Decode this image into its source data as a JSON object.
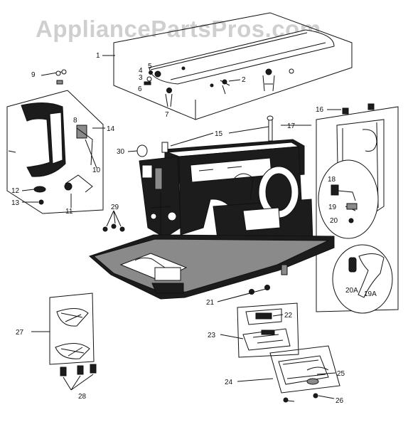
{
  "watermark": "AppliancePartsPros.com",
  "callouts": [
    {
      "id": "c1",
      "text": "1"
    },
    {
      "id": "c2",
      "text": "2"
    },
    {
      "id": "c3",
      "text": "3"
    },
    {
      "id": "c4",
      "text": "4"
    },
    {
      "id": "c5",
      "text": "5"
    },
    {
      "id": "c6",
      "text": "6"
    },
    {
      "id": "c7",
      "text": "7"
    },
    {
      "id": "c8",
      "text": "8"
    },
    {
      "id": "c9",
      "text": "9"
    },
    {
      "id": "c10",
      "text": "10"
    },
    {
      "id": "c11",
      "text": "11"
    },
    {
      "id": "c12",
      "text": "12"
    },
    {
      "id": "c13",
      "text": "13"
    },
    {
      "id": "c14",
      "text": "14"
    },
    {
      "id": "c15",
      "text": "15"
    },
    {
      "id": "c16",
      "text": "16"
    },
    {
      "id": "c17",
      "text": "17"
    },
    {
      "id": "c18",
      "text": "18"
    },
    {
      "id": "c19",
      "text": "19"
    },
    {
      "id": "c19a",
      "text": "19A"
    },
    {
      "id": "c20",
      "text": "20"
    },
    {
      "id": "c20a",
      "text": "20A"
    },
    {
      "id": "c21",
      "text": "21"
    },
    {
      "id": "c22",
      "text": "22"
    },
    {
      "id": "c23",
      "text": "23"
    },
    {
      "id": "c24",
      "text": "24"
    },
    {
      "id": "c25",
      "text": "25"
    },
    {
      "id": "c26",
      "text": "26"
    },
    {
      "id": "c26b",
      "text": "26"
    },
    {
      "id": "c27",
      "text": "27"
    },
    {
      "id": "c28",
      "text": "28"
    },
    {
      "id": "c29",
      "text": "29"
    },
    {
      "id": "c30",
      "text": "30"
    }
  ]
}
